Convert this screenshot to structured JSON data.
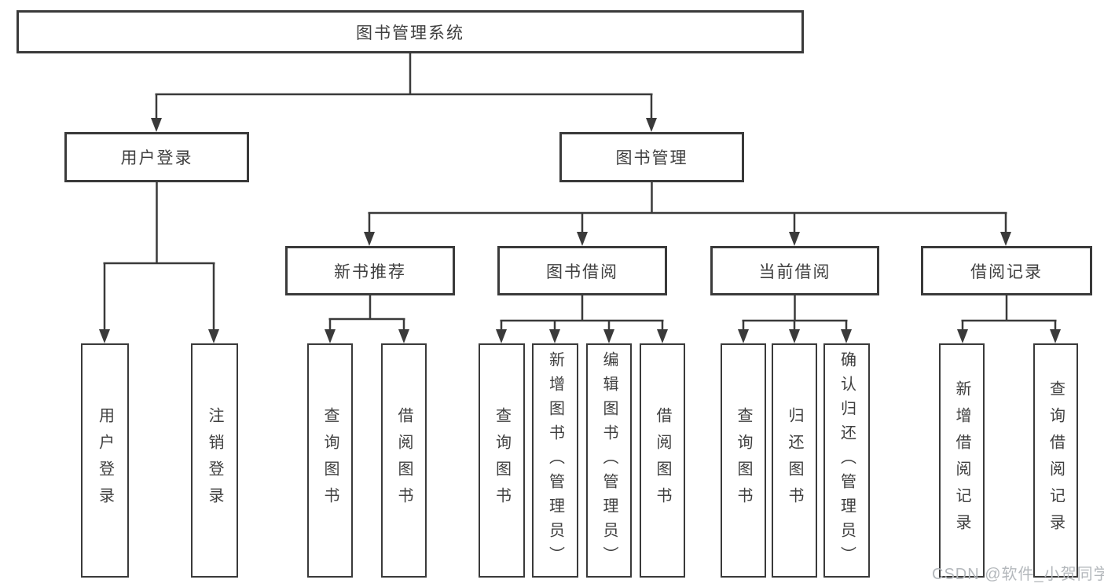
{
  "tree": {
    "label": "图书管理系统",
    "children": [
      {
        "label": "用户登录",
        "children": [
          {
            "label": "用户登录"
          },
          {
            "label": "注销登录"
          }
        ]
      },
      {
        "label": "图书管理",
        "children": [
          {
            "label": "新书推荐",
            "children": [
              {
                "label": "查询图书"
              },
              {
                "label": "借阅图书"
              }
            ]
          },
          {
            "label": "图书借阅",
            "children": [
              {
                "label": "查询图书"
              },
              {
                "label": "新增图书（管理员）"
              },
              {
                "label": "编辑图书（管理员）"
              },
              {
                "label": "借阅图书"
              }
            ]
          },
          {
            "label": "当前借阅",
            "children": [
              {
                "label": "查询图书"
              },
              {
                "label": "归还图书"
              },
              {
                "label": "确认归还（管理员）"
              }
            ]
          },
          {
            "label": "借阅记录",
            "children": [
              {
                "label": "新增借阅记录"
              },
              {
                "label": "查询借阅记录"
              }
            ]
          }
        ]
      }
    ]
  },
  "watermark": {
    "text": "CSDN @软件_小贺同学"
  },
  "colors": {
    "line": "#3a3a3a",
    "box_border": "#3a3a3a",
    "text": "#3f3f3f",
    "watermark": "#b4b8bc",
    "background": "#ffffff"
  }
}
